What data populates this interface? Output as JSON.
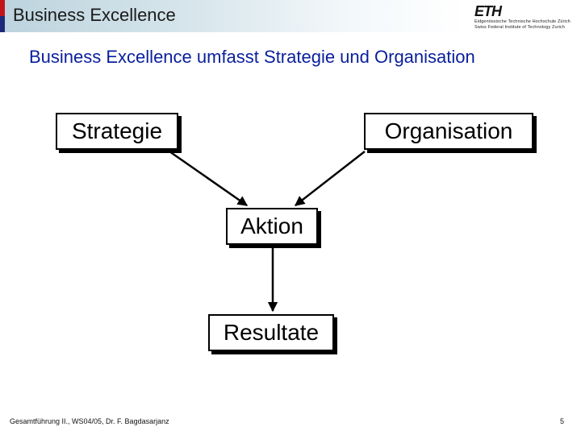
{
  "header": {
    "title": "Business Excellence",
    "logo": {
      "mark": "ETH",
      "line1": "Eidgenössische Technische Hochschule Zürich",
      "line2": "Swiss Federal Institute of Technology Zurich"
    }
  },
  "slide": {
    "title": "Business Excellence umfasst Strategie und Organisation"
  },
  "diagram": {
    "nodes": {
      "strategie": "Strategie",
      "organisation": "Organisation",
      "aktion": "Aktion",
      "resultate": "Resultate"
    },
    "edges": [
      {
        "from": "strategie",
        "to": "aktion"
      },
      {
        "from": "organisation",
        "to": "aktion"
      },
      {
        "from": "aktion",
        "to": "resultate"
      }
    ]
  },
  "footer": {
    "left": "Gesamtführung II., WS04/05, Dr. F. Bagdasarjanz",
    "page": "5"
  },
  "colors": {
    "title": "#0a1f9c",
    "accent_red": "#c3141c",
    "accent_blue": "#1d2a7a"
  }
}
